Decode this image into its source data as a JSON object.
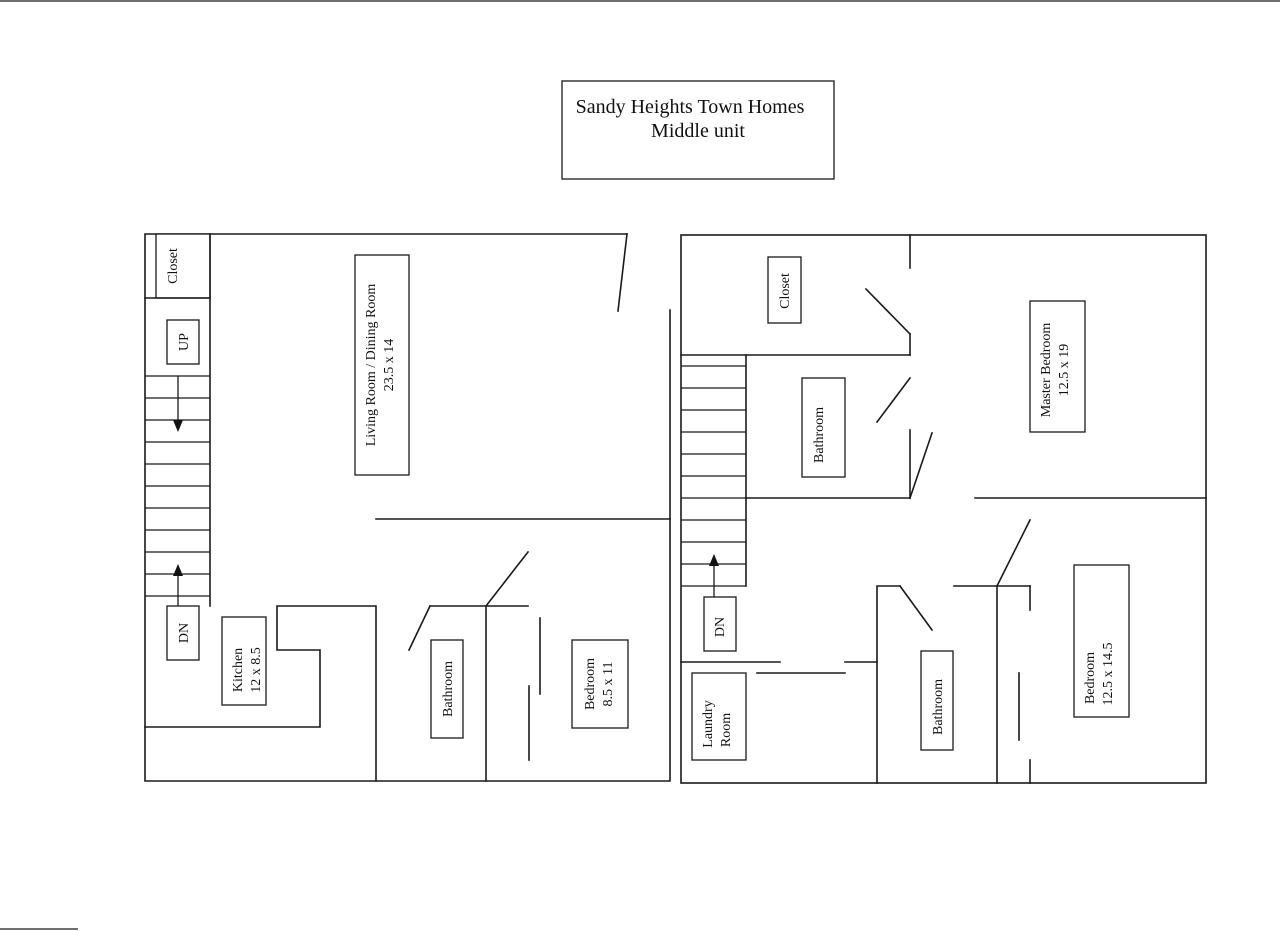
{
  "title": {
    "line1": "Sandy Heights Town Homes",
    "line2": "Middle unit"
  },
  "rooms": {
    "closet_left": "Closet",
    "up": "UP",
    "dn_left": "DN",
    "living_name": "Living Room / Dining Room",
    "living_size": "23.5 x 14",
    "kitchen_name": "Kitchen",
    "kitchen_size": "12 x 8.5",
    "bathroom_lower": "Bathroom",
    "bedroom_lower_name": "Bedroom",
    "bedroom_lower_size": "8.5 x 11",
    "closet_right": "Closet",
    "bathroom_upper": "Bathroom",
    "master_name": "Master Bedroom",
    "master_size": "12.5 x 19",
    "dn_right": "DN",
    "laundry_l1": "Laundry",
    "laundry_l2": "Room",
    "bathroom_upper2": "Bathroom",
    "bedroom2_name": "Bedroom",
    "bedroom2_size": "12.5 x 14.5"
  }
}
